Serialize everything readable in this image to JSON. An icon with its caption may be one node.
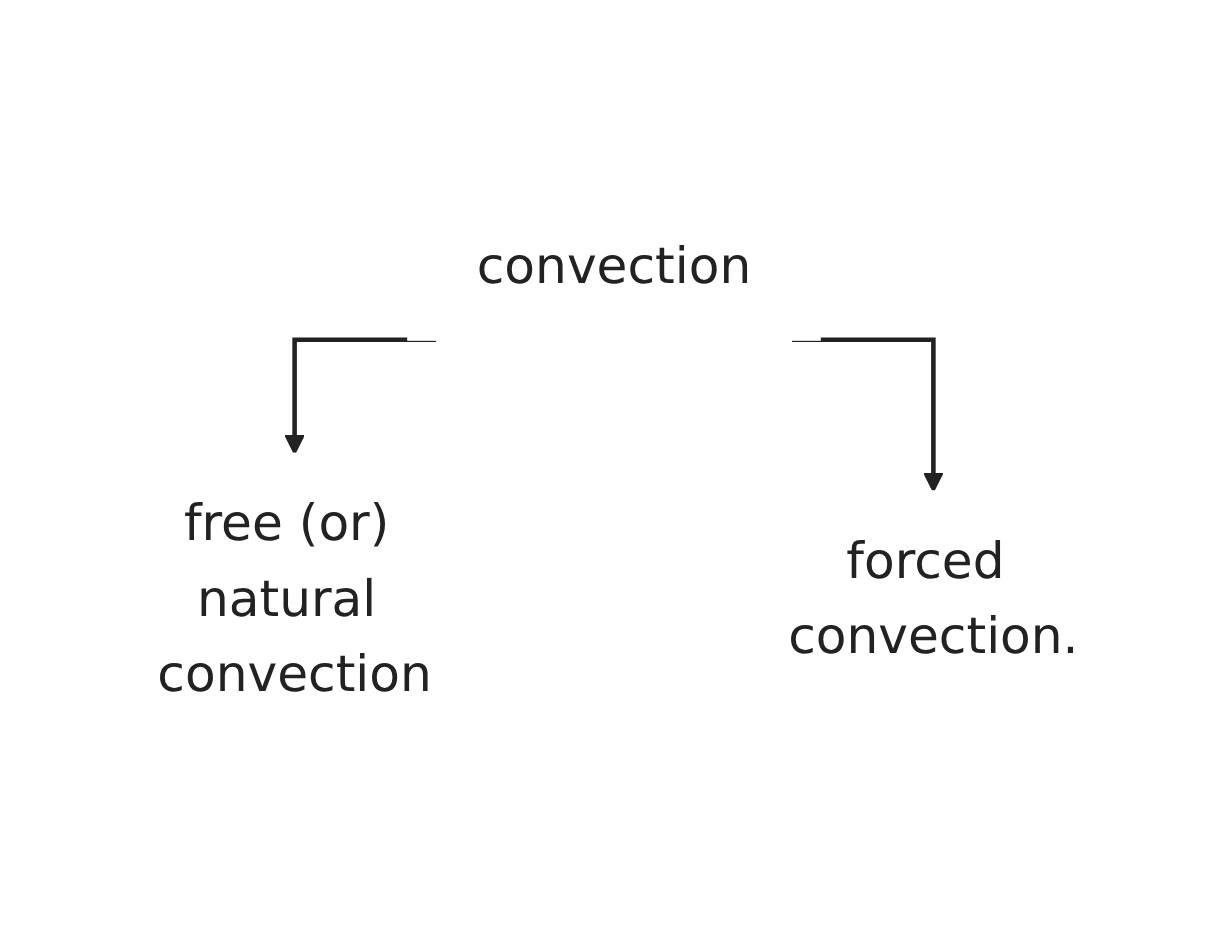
{
  "diagram": {
    "nodes": [
      {
        "text": [
          "convection"
        ]
      },
      {
        "text": [
          "free (or) natural convection"
        ]
      },
      {
        "text": [
          "forced convection."
        ]
      }
    ],
    "edges": [
      {
        "from": 0,
        "to": 1,
        "arrow": "to"
      },
      {
        "from": 0,
        "to": 2,
        "arrow": "to"
      }
    ]
  }
}
